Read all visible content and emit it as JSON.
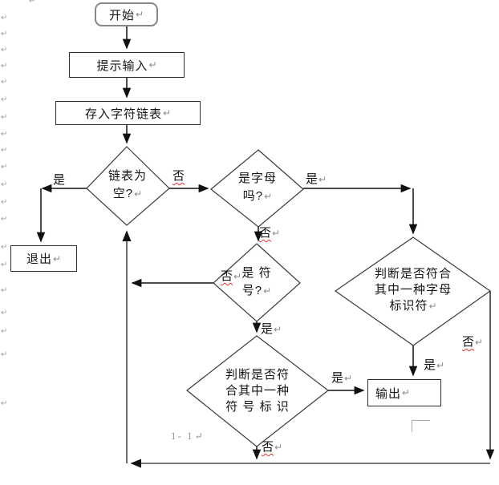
{
  "labels": {
    "yes": "是",
    "no": "否"
  },
  "marks": {
    "return": "↵"
  },
  "caption": "1- 1",
  "nodes": {
    "start": "开始",
    "prompt": "提示输入",
    "store": "存入字符链表",
    "exit": "退出",
    "output": "输出",
    "empty_check": {
      "l1": "链表为",
      "l2": "空?"
    },
    "is_letter": {
      "l1": "是字母",
      "l2": "吗?"
    },
    "is_symbol": {
      "l1": "是 符",
      "l2": "号?"
    },
    "letter_match": {
      "l1": "判断是否符合",
      "l2": "其中一种字母",
      "l3": "标识符"
    },
    "symbol_match": {
      "l1": "判断是否符",
      "l2": "合其中一种",
      "l3": "符 号 标 识"
    }
  }
}
